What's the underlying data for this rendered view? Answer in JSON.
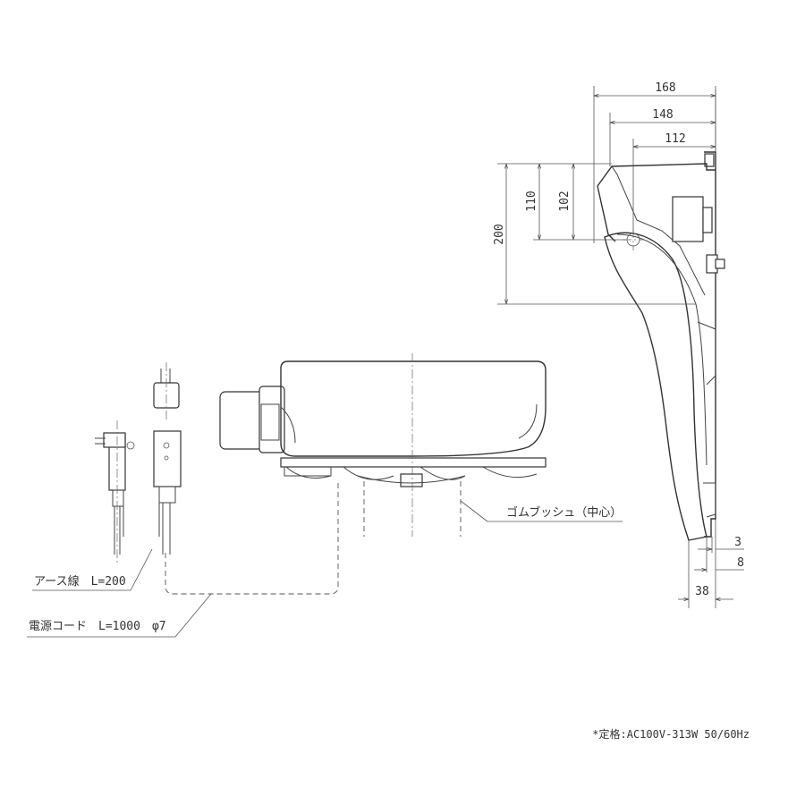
{
  "dimensions": {
    "width_168": "168",
    "width_148": "148",
    "width_112": "112",
    "height_200": "200",
    "height_110": "110",
    "height_102": "102",
    "offset_3": "3",
    "offset_8": "8",
    "depth_38": "38"
  },
  "labels": {
    "rubber_bush": "ゴムブッシュ（中心）",
    "earth_wire": "アース線　L=200",
    "power_cord": "電源コード　L=1000　φ7"
  },
  "spec": "*定格:AC100V-313W 50/60Hz"
}
